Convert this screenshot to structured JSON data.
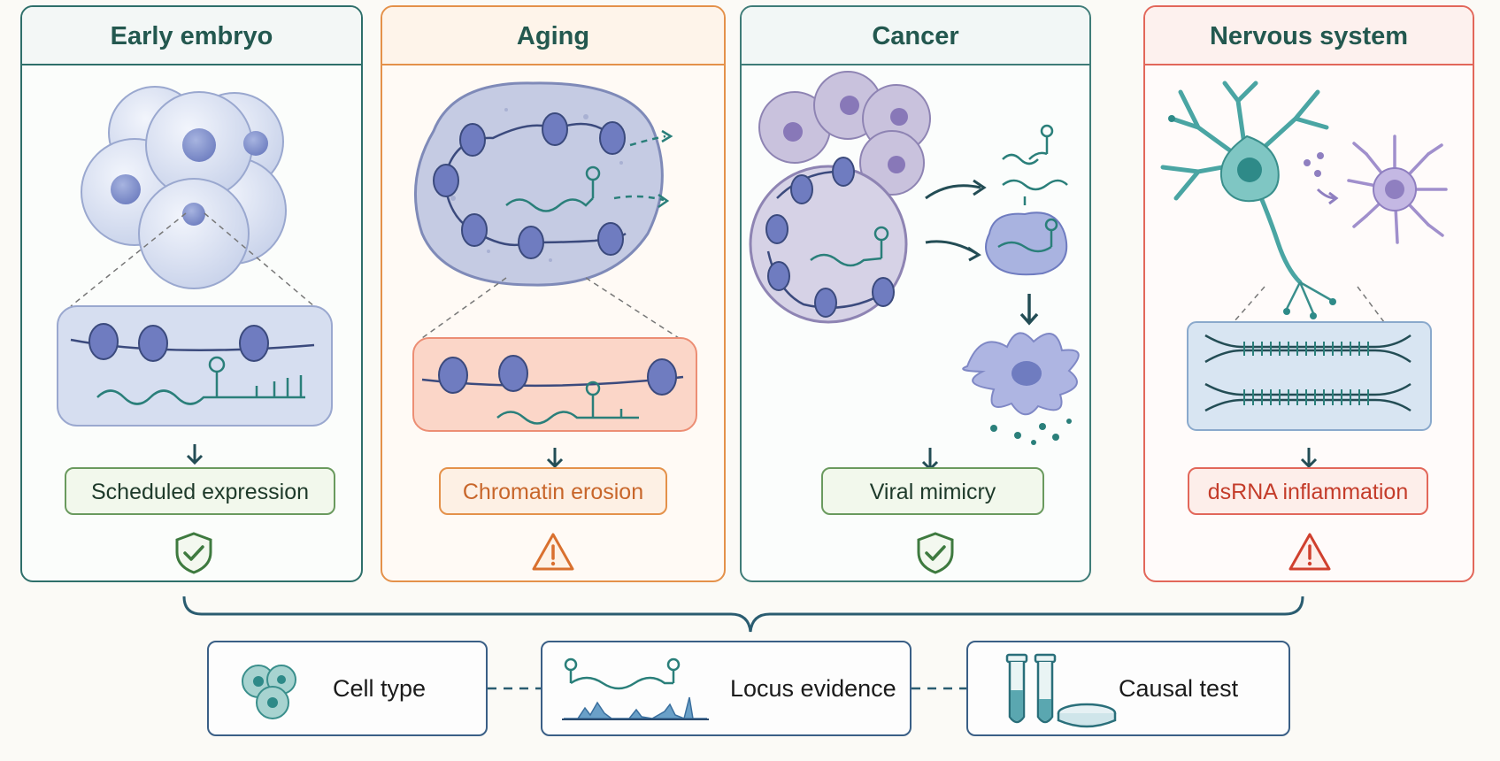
{
  "panels": [
    {
      "title": "Early embryo",
      "outcome": "Scheduled expression",
      "status": "check-shield-icon"
    },
    {
      "title": "Aging",
      "outcome": "Chromatin erosion",
      "status": "warning-triangle-icon"
    },
    {
      "title": "Cancer",
      "outcome": "Viral mimicry",
      "status": "check-shield-icon"
    },
    {
      "title": "Nervous system",
      "outcome": "dsRNA inflammation",
      "status": "warning-triangle-icon"
    }
  ],
  "evidence": [
    {
      "label": "Cell type",
      "icon": "cell-cluster-icon"
    },
    {
      "label": "Locus evidence",
      "icon": "locus-signal-icon"
    },
    {
      "label": "Causal test",
      "icon": "test-tube-dish-icon"
    }
  ],
  "colors": {
    "teal": "#2e6f6a",
    "orange": "#e4914a",
    "red": "#e2675a",
    "navy": "#3a5f86",
    "nucleosome": "#6f7cc0",
    "green_pill": "#5f8f5a"
  }
}
